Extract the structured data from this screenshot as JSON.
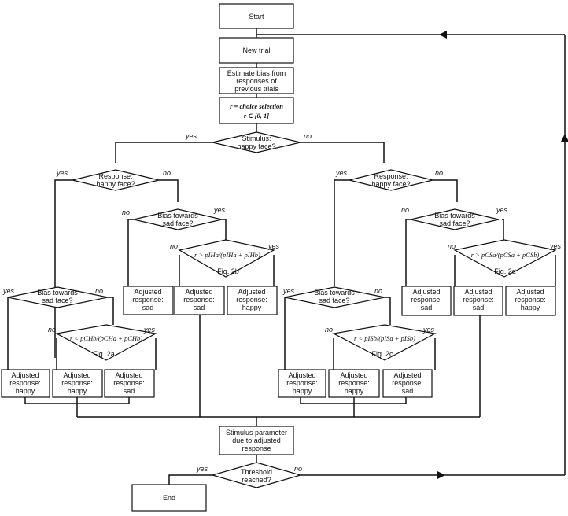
{
  "flowchart": {
    "start": "Start",
    "new_trial": "New trial",
    "estimate_bias": [
      "Estimate bias from",
      "responses of",
      "previous trials"
    ],
    "choice_selection": [
      "r = choice selection",
      "r ∈ [0, 1]"
    ],
    "stimulus_decision": [
      "Stimulus:",
      "happy face?"
    ],
    "response_happy": [
      "Response:",
      "happy face?"
    ],
    "bias_sad": [
      "Bias towards",
      "sad face?"
    ],
    "adjusted_sad": [
      "Adjusted",
      "response:",
      "sad"
    ],
    "adjusted_happy": [
      "Adjusted",
      "response:",
      "happy"
    ],
    "stimulus_parameter": [
      "Stimulus parameter",
      "due to adjusted",
      "response"
    ],
    "threshold": [
      "Threshold",
      "reached?"
    ],
    "end": "End",
    "yes": "yes",
    "no": "no",
    "formulas": {
      "fig2a": "r < pCHb/(pCHa + pCHb)",
      "fig2b": "r > pIHa/(pIHa + pIHb)",
      "fig2c": "r < pISb/(pISa + pISb)",
      "fig2d": "r > pCSa/(pCSa + pCSb)"
    },
    "fig_labels": {
      "fig2a": "Fig. 2a",
      "fig2b": "Fig. 2b",
      "fig2c": "Fig. 2c",
      "fig2d": "Fig. 2d"
    }
  }
}
